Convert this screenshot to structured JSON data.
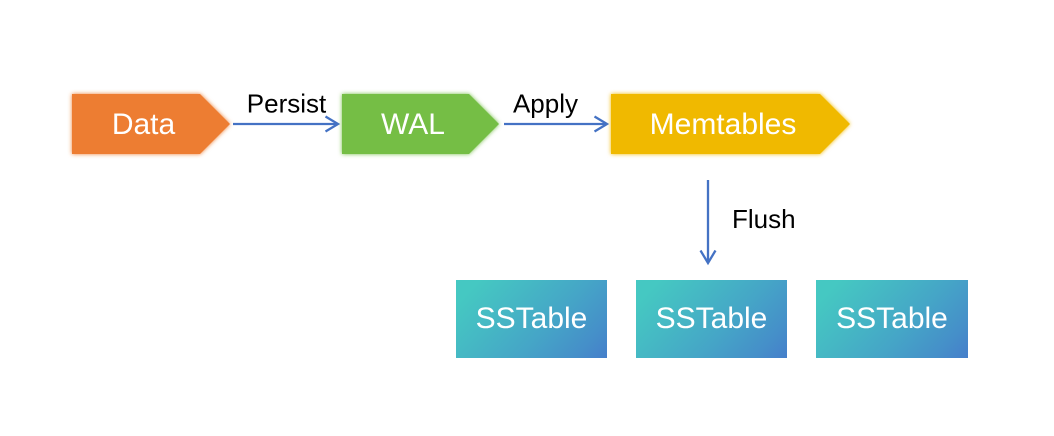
{
  "diagram": {
    "nodes": {
      "data": {
        "label": "Data"
      },
      "wal": {
        "label": "WAL"
      },
      "memtables": {
        "label": "Memtables"
      },
      "sstables": [
        {
          "label": "SSTable"
        },
        {
          "label": "SSTable"
        },
        {
          "label": "SSTable"
        }
      ]
    },
    "edges": {
      "persist": {
        "label": "Persist"
      },
      "apply": {
        "label": "Apply"
      },
      "flush": {
        "label": "Flush"
      }
    },
    "colors": {
      "background": "#FFFFFF",
      "data_fill": "#ED7D31",
      "wal_fill": "#74BE44",
      "memtables_fill": "#F0B900",
      "arrow": "#4472C4",
      "edge_label_text": "#000000",
      "shape_label_text": "#FFFFFF",
      "sstable_gradient_start": "#45C8C2",
      "sstable_gradient_mid_stops": [
        "#45B7C4",
        "#45A5C7",
        "#458FC9"
      ],
      "sstable_gradient_end": "#4573CB"
    }
  }
}
